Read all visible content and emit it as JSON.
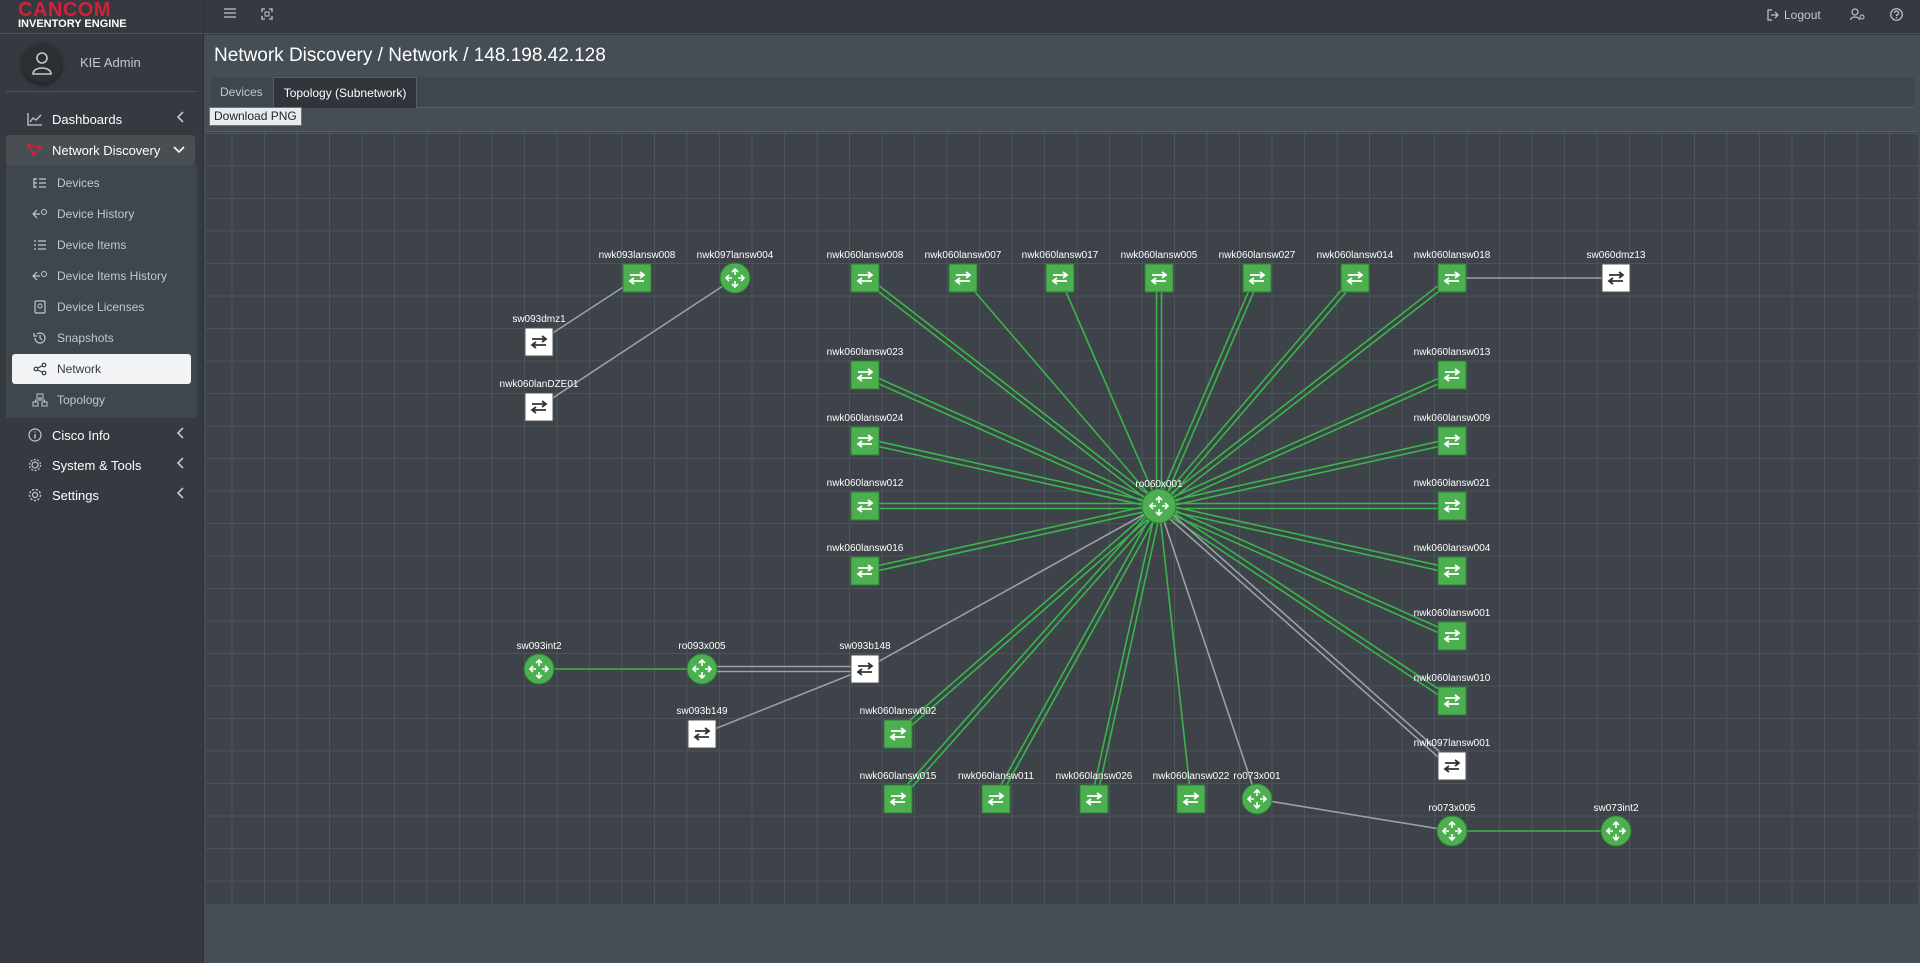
{
  "brand": {
    "logo_main": "CANCOM",
    "logo_sub": "INVENTORY ENGINE"
  },
  "user": {
    "name": "KIE Admin"
  },
  "nav": {
    "dashboards": "Dashboards",
    "network_discovery": "Network Discovery",
    "sub": {
      "devices": "Devices",
      "device_history": "Device History",
      "device_items": "Device Items",
      "device_items_history": "Device Items History",
      "device_licenses": "Device Licenses",
      "snapshots": "Snapshots",
      "network": "Network",
      "topology": "Topology"
    },
    "cisco_info": "Cisco Info",
    "system_tools": "System & Tools",
    "settings": "Settings"
  },
  "topbar": {
    "logout": "Logout"
  },
  "page": {
    "title": "Network Discovery / Network / 148.198.42.128"
  },
  "tabs": {
    "devices": "Devices",
    "topology": "Topology (Subnetwork)"
  },
  "download_label": "Download PNG",
  "colors": {
    "green_link": "#3bb54a",
    "gray_link": "#9aa0a6",
    "node_green": "#4caf50",
    "accent_red": "#d6203a"
  },
  "topology": {
    "center": {
      "name": "ro060x001",
      "shape": "router",
      "color": "green"
    },
    "nodes": [
      {
        "name": "nwk093lansw008",
        "shape": "switch",
        "color": "green"
      },
      {
        "name": "nwk097lansw004",
        "shape": "router",
        "color": "green"
      },
      {
        "name": "sw093dmz1",
        "shape": "switch",
        "color": "white"
      },
      {
        "name": "nwk060lanDZE01",
        "shape": "switch",
        "color": "white"
      },
      {
        "name": "nwk060lansw008",
        "shape": "switch",
        "color": "green"
      },
      {
        "name": "nwk060lansw007",
        "shape": "switch",
        "color": "green"
      },
      {
        "name": "nwk060lansw017",
        "shape": "switch",
        "color": "green"
      },
      {
        "name": "nwk060lansw005",
        "shape": "switch",
        "color": "green"
      },
      {
        "name": "nwk060lansw027",
        "shape": "switch",
        "color": "green"
      },
      {
        "name": "nwk060lansw014",
        "shape": "switch",
        "color": "green"
      },
      {
        "name": "nwk060lansw018",
        "shape": "switch",
        "color": "green"
      },
      {
        "name": "sw060dmz13",
        "shape": "switch",
        "color": "white"
      },
      {
        "name": "nwk060lansw023",
        "shape": "switch",
        "color": "green"
      },
      {
        "name": "nwk060lansw013",
        "shape": "switch",
        "color": "green"
      },
      {
        "name": "nwk060lansw024",
        "shape": "switch",
        "color": "green"
      },
      {
        "name": "nwk060lansw009",
        "shape": "switch",
        "color": "green"
      },
      {
        "name": "nwk060lansw012",
        "shape": "switch",
        "color": "green"
      },
      {
        "name": "nwk060lansw021",
        "shape": "switch",
        "color": "green"
      },
      {
        "name": "nwk060lansw016",
        "shape": "switch",
        "color": "green"
      },
      {
        "name": "nwk060lansw004",
        "shape": "switch",
        "color": "green"
      },
      {
        "name": "nwk060lansw001",
        "shape": "switch",
        "color": "green"
      },
      {
        "name": "nwk060lansw010",
        "shape": "switch",
        "color": "green"
      },
      {
        "name": "nwk097lansw001",
        "shape": "switch",
        "color": "white"
      },
      {
        "name": "sw093int2",
        "shape": "router",
        "color": "green"
      },
      {
        "name": "ro093x005",
        "shape": "router",
        "color": "green"
      },
      {
        "name": "sw093b148",
        "shape": "switch",
        "color": "white"
      },
      {
        "name": "sw093b149",
        "shape": "switch",
        "color": "white"
      },
      {
        "name": "nwk060lansw002",
        "shape": "switch",
        "color": "green"
      },
      {
        "name": "nwk060lansw015",
        "shape": "switch",
        "color": "green"
      },
      {
        "name": "nwk060lansw011",
        "shape": "switch",
        "color": "green"
      },
      {
        "name": "nwk060lansw026",
        "shape": "switch",
        "color": "green"
      },
      {
        "name": "nwk060lansw022",
        "shape": "switch",
        "color": "green"
      },
      {
        "name": "ro073x001",
        "shape": "router",
        "color": "green"
      },
      {
        "name": "ro073x005",
        "shape": "router",
        "color": "green"
      },
      {
        "name": "sw073int2",
        "shape": "router",
        "color": "green"
      }
    ],
    "links": [
      {
        "a": "ro060x001",
        "b": "nwk060lansw008",
        "color": "green",
        "double": true
      },
      {
        "a": "ro060x001",
        "b": "nwk060lansw007",
        "color": "green",
        "double": false
      },
      {
        "a": "ro060x001",
        "b": "nwk060lansw017",
        "color": "green",
        "double": false
      },
      {
        "a": "ro060x001",
        "b": "nwk060lansw005",
        "color": "green",
        "double": true
      },
      {
        "a": "ro060x001",
        "b": "nwk060lansw027",
        "color": "green",
        "double": true
      },
      {
        "a": "ro060x001",
        "b": "nwk060lansw014",
        "color": "green",
        "double": true
      },
      {
        "a": "ro060x001",
        "b": "nwk060lansw018",
        "color": "green",
        "double": true
      },
      {
        "a": "ro060x001",
        "b": "nwk060lansw023",
        "color": "green",
        "double": true
      },
      {
        "a": "ro060x001",
        "b": "nwk060lansw013",
        "color": "green",
        "double": true
      },
      {
        "a": "ro060x001",
        "b": "nwk060lansw024",
        "color": "green",
        "double": true
      },
      {
        "a": "ro060x001",
        "b": "nwk060lansw009",
        "color": "green",
        "double": true
      },
      {
        "a": "ro060x001",
        "b": "nwk060lansw012",
        "color": "green",
        "double": true
      },
      {
        "a": "ro060x001",
        "b": "nwk060lansw021",
        "color": "green",
        "double": true
      },
      {
        "a": "ro060x001",
        "b": "nwk060lansw016",
        "color": "green",
        "double": true
      },
      {
        "a": "ro060x001",
        "b": "nwk060lansw004",
        "color": "green",
        "double": true
      },
      {
        "a": "ro060x001",
        "b": "nwk060lansw001",
        "color": "green",
        "double": true
      },
      {
        "a": "ro060x001",
        "b": "nwk060lansw010",
        "color": "green",
        "double": true
      },
      {
        "a": "ro060x001",
        "b": "nwk097lansw001",
        "color": "gray",
        "double": true
      },
      {
        "a": "ro060x001",
        "b": "sw093b148",
        "color": "gray",
        "double": false
      },
      {
        "a": "ro060x001",
        "b": "nwk060lansw002",
        "color": "green",
        "double": true
      },
      {
        "a": "ro060x001",
        "b": "nwk060lansw015",
        "color": "green",
        "double": true
      },
      {
        "a": "ro060x001",
        "b": "nwk060lansw011",
        "color": "green",
        "double": true
      },
      {
        "a": "ro060x001",
        "b": "nwk060lansw026",
        "color": "green",
        "double": true
      },
      {
        "a": "ro060x001",
        "b": "nwk060lansw022",
        "color": "green",
        "double": false
      },
      {
        "a": "ro060x001",
        "b": "ro073x001",
        "color": "gray",
        "double": false
      },
      {
        "a": "nwk060lansw018",
        "b": "sw060dmz13",
        "color": "gray",
        "double": false
      },
      {
        "a": "nwk093lansw008",
        "b": "sw093dmz1",
        "color": "gray",
        "double": false
      },
      {
        "a": "nwk097lansw004",
        "b": "nwk060lanDZE01",
        "color": "gray",
        "double": false
      },
      {
        "a": "sw093int2",
        "b": "ro093x005",
        "color": "green",
        "double": false
      },
      {
        "a": "ro093x005",
        "b": "sw093b148",
        "color": "gray",
        "double": true
      },
      {
        "a": "sw093b149",
        "b": "sw093b148",
        "color": "gray",
        "double": false
      },
      {
        "a": "ro073x001",
        "b": "ro073x005",
        "color": "gray",
        "double": false
      },
      {
        "a": "ro073x005",
        "b": "sw073int2",
        "color": "green",
        "double": false
      }
    ]
  }
}
